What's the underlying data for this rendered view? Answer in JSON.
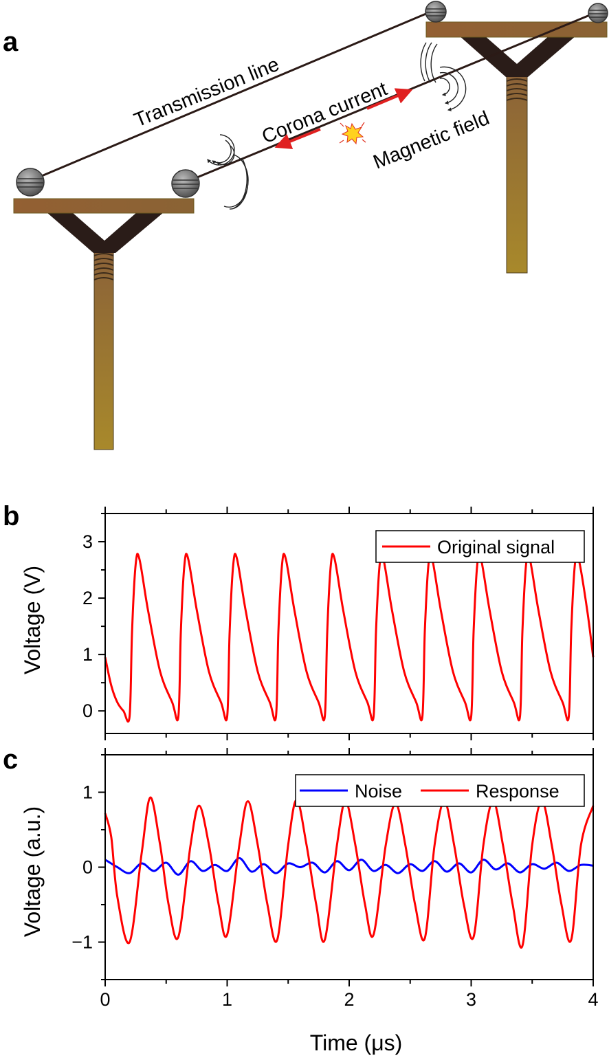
{
  "scene": {
    "panel_label": "a",
    "labels": {
      "transmission_line": "Transmission line",
      "corona_current": "Corona current",
      "magnetic_field": "Magnetic field"
    },
    "colors": {
      "pole": "#9a7433",
      "crossarm": "#8f6232",
      "line": "#2b1a16",
      "current_arrow": "#e02020",
      "insulator": "#6f6f6f",
      "spark": "#ffd21f"
    }
  },
  "chart_data": [
    {
      "panel_label": "b",
      "type": "line",
      "title": "",
      "xlabel": "",
      "ylabel": "Voltage (V)",
      "xlim": [
        0,
        4
      ],
      "ylim": [
        -0.4,
        3.5
      ],
      "xticks": [
        0,
        1,
        2,
        3,
        4
      ],
      "yticks": [
        0,
        1,
        2,
        3
      ],
      "ytick_labels": [
        "0",
        "1",
        "2",
        "3"
      ],
      "legend_position": "top-right",
      "series": [
        {
          "name": "Original signal",
          "color": "#ff0000",
          "x": [
            0,
            0.05,
            0.1,
            0.15,
            0.2,
            0.22,
            0.25,
            0.28,
            0.35,
            0.45,
            0.55,
            0.6,
            0.62,
            0.65,
            0.68,
            0.75,
            0.85,
            0.95,
            1.0,
            1.02,
            1.05,
            1.08,
            1.15,
            1.25,
            1.35,
            1.4,
            1.42,
            1.45,
            1.48,
            1.55,
            1.65,
            1.75,
            1.8,
            1.82,
            1.85,
            1.88,
            1.95,
            2.05,
            2.15,
            2.2,
            2.22,
            2.25,
            2.28,
            2.35,
            2.45,
            2.55,
            2.6,
            2.62,
            2.65,
            2.68,
            2.75,
            2.85,
            2.95,
            3.0,
            3.02,
            3.05,
            3.08,
            3.15,
            3.25,
            3.35,
            3.4,
            3.42,
            3.45,
            3.48,
            3.55,
            3.65,
            3.75,
            3.8,
            3.82,
            3.85,
            3.88,
            3.95,
            4.0
          ],
          "y": [
            0.95,
            0.45,
            0.15,
            0.0,
            -0.1,
            1.4,
            2.6,
            2.7,
            1.8,
            0.7,
            0.15,
            -0.1,
            1.4,
            2.6,
            2.7,
            1.8,
            0.7,
            0.15,
            -0.1,
            1.4,
            2.6,
            2.7,
            1.8,
            0.7,
            0.15,
            -0.1,
            1.4,
            2.6,
            2.7,
            1.8,
            0.7,
            0.15,
            -0.1,
            1.4,
            2.6,
            2.7,
            1.8,
            0.7,
            0.15,
            -0.1,
            1.4,
            2.6,
            2.7,
            1.8,
            0.7,
            0.15,
            -0.1,
            1.4,
            2.6,
            2.7,
            1.8,
            0.7,
            0.15,
            -0.1,
            1.4,
            2.6,
            2.7,
            1.8,
            0.7,
            0.15,
            -0.1,
            1.4,
            2.6,
            2.7,
            1.8,
            0.7,
            0.15,
            -0.1,
            1.4,
            2.6,
            2.7,
            1.8,
            0.95
          ]
        }
      ]
    },
    {
      "panel_label": "c",
      "type": "line",
      "title": "",
      "xlabel": "Time (μs)",
      "ylabel": "Voltage (a.u.)",
      "xlim": [
        0,
        4
      ],
      "ylim": [
        -1.5,
        1.5
      ],
      "xticks": [
        0,
        1,
        2,
        3,
        4
      ],
      "xtick_labels": [
        "0",
        "1",
        "2",
        "3",
        "4"
      ],
      "yticks": [
        -1,
        0,
        1
      ],
      "ytick_labels": [
        "−1",
        "0",
        "1"
      ],
      "legend_position": "top-right",
      "series": [
        {
          "name": "Noise",
          "color": "#0000ff",
          "x": [
            0,
            0.1,
            0.2,
            0.3,
            0.4,
            0.5,
            0.6,
            0.7,
            0.8,
            0.9,
            1.0,
            1.1,
            1.2,
            1.3,
            1.4,
            1.5,
            1.6,
            1.7,
            1.8,
            1.9,
            2.0,
            2.1,
            2.2,
            2.3,
            2.4,
            2.5,
            2.6,
            2.7,
            2.8,
            2.9,
            3.0,
            3.1,
            3.2,
            3.3,
            3.4,
            3.5,
            3.6,
            3.7,
            3.8,
            3.9,
            4.0
          ],
          "y": [
            0.1,
            0.0,
            -0.08,
            0.05,
            -0.05,
            0.06,
            -0.1,
            0.08,
            -0.05,
            0.03,
            -0.05,
            0.12,
            -0.06,
            0.04,
            -0.08,
            0.05,
            0.0,
            0.06,
            -0.07,
            0.08,
            -0.04,
            0.1,
            -0.05,
            0.03,
            -0.08,
            0.04,
            -0.05,
            0.08,
            -0.06,
            0.05,
            -0.07,
            0.1,
            -0.03,
            0.05,
            -0.07,
            0.04,
            -0.02,
            0.06,
            -0.05,
            0.03,
            0.02
          ]
        },
        {
          "name": "Response",
          "color": "#ff0000",
          "x": [
            0,
            0.05,
            0.1,
            0.2,
            0.3,
            0.37,
            0.45,
            0.52,
            0.6,
            0.7,
            0.77,
            0.85,
            0.93,
            1.0,
            1.1,
            1.17,
            1.25,
            1.33,
            1.41,
            1.5,
            1.57,
            1.65,
            1.73,
            1.8,
            1.9,
            1.97,
            2.05,
            2.13,
            2.2,
            2.3,
            2.38,
            2.46,
            2.54,
            2.62,
            2.7,
            2.78,
            2.86,
            2.94,
            3.02,
            3.1,
            3.18,
            3.26,
            3.34,
            3.42,
            3.5,
            3.58,
            3.66,
            3.74,
            3.82,
            3.9,
            4.0
          ],
          "y": [
            0.72,
            0.4,
            -0.4,
            -1.0,
            0.2,
            0.93,
            0.3,
            -0.5,
            -0.93,
            0.3,
            0.82,
            0.3,
            -0.5,
            -0.9,
            0.3,
            0.88,
            0.3,
            -0.5,
            -0.97,
            0.3,
            0.9,
            0.3,
            -0.5,
            -0.97,
            0.3,
            0.88,
            0.3,
            -0.5,
            -0.9,
            0.3,
            0.85,
            0.3,
            -0.5,
            -0.95,
            0.3,
            0.88,
            0.3,
            -0.5,
            -0.93,
            0.3,
            0.88,
            0.3,
            -0.5,
            -1.05,
            0.3,
            0.88,
            0.3,
            -0.5,
            -0.97,
            0.3,
            0.82
          ]
        }
      ]
    }
  ]
}
